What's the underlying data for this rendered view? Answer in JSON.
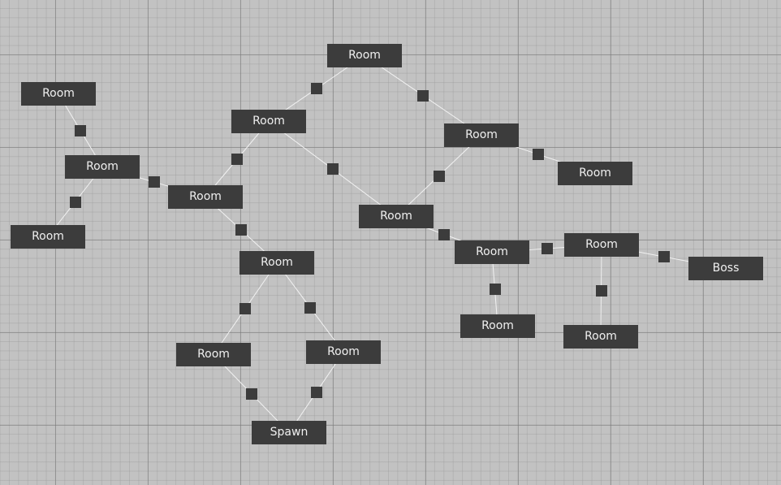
{
  "graph": {
    "colors": {
      "background": "#c2c2c2",
      "node": "#3c3c3c",
      "node_text": "#f0f0f0",
      "edge": "#f2f2f2",
      "door": "#3c3c3c"
    },
    "rooms": [
      {
        "id": "r_top",
        "label": "Room"
      },
      {
        "id": "r_tl",
        "label": "Room"
      },
      {
        "id": "r_mid1",
        "label": "Room"
      },
      {
        "id": "r_right1",
        "label": "Room"
      },
      {
        "id": "r_left",
        "label": "Room"
      },
      {
        "id": "r_right2",
        "label": "Room"
      },
      {
        "id": "r_c1",
        "label": "Room"
      },
      {
        "id": "r_c2",
        "label": "Room"
      },
      {
        "id": "r_ll",
        "label": "Room"
      },
      {
        "id": "r_a",
        "label": "Room"
      },
      {
        "id": "r_b",
        "label": "Room"
      },
      {
        "id": "r_boss",
        "label": "Boss"
      },
      {
        "id": "r_d",
        "label": "Room"
      },
      {
        "id": "r_e",
        "label": "Room"
      },
      {
        "id": "r_f",
        "label": "Room"
      },
      {
        "id": "r_g",
        "label": "Room"
      },
      {
        "id": "r_h",
        "label": "Room"
      },
      {
        "id": "r_spawn",
        "label": "Spawn"
      }
    ],
    "connections": [
      [
        "r_tl",
        "r_left"
      ],
      [
        "r_left",
        "r_ll"
      ],
      [
        "r_left",
        "r_c1"
      ],
      [
        "r_c1",
        "r_mid1"
      ],
      [
        "r_c1",
        "r_d"
      ],
      [
        "r_mid1",
        "r_top"
      ],
      [
        "r_top",
        "r_right1"
      ],
      [
        "r_mid1",
        "r_c2"
      ],
      [
        "r_right1",
        "r_c2"
      ],
      [
        "r_right1",
        "r_right2"
      ],
      [
        "r_c2",
        "r_a"
      ],
      [
        "r_a",
        "r_b"
      ],
      [
        "r_b",
        "r_boss"
      ],
      [
        "r_a",
        "r_e"
      ],
      [
        "r_b",
        "r_f"
      ],
      [
        "r_d",
        "r_g"
      ],
      [
        "r_d",
        "r_h"
      ],
      [
        "r_g",
        "r_spawn"
      ],
      [
        "r_h",
        "r_spawn"
      ]
    ]
  }
}
